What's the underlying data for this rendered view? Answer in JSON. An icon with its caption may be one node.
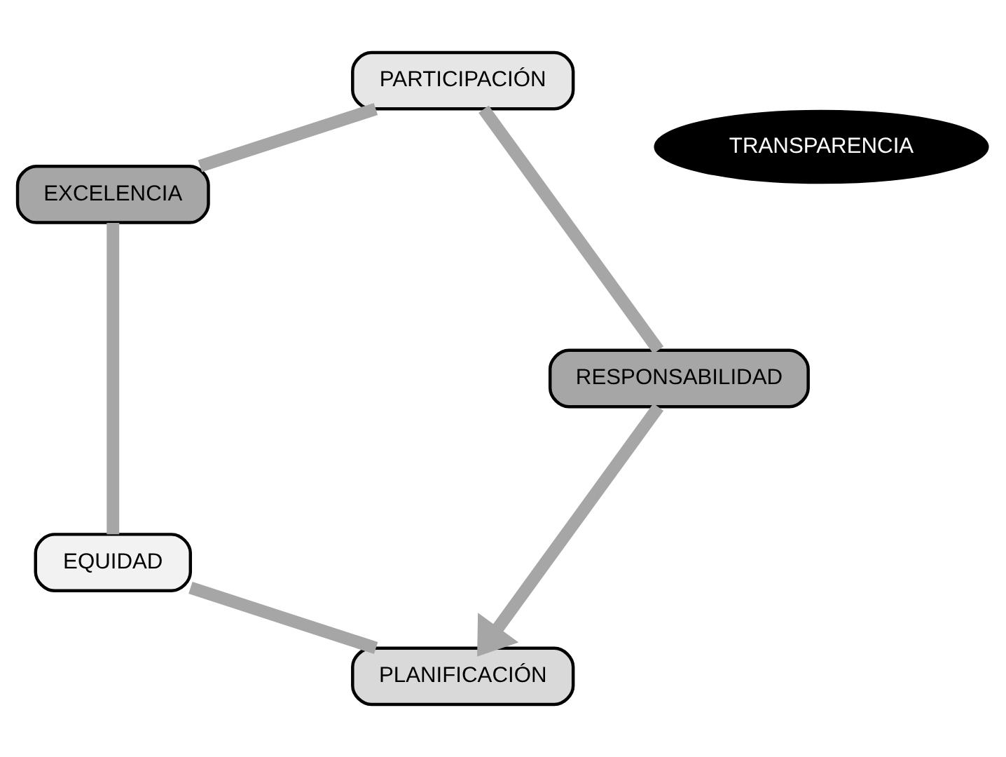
{
  "diagram": {
    "nodes": [
      {
        "text": [
          "PLANIFICACIÓN"
        ]
      },
      {
        "text": [
          "RESPONSABILIDAD"
        ]
      },
      {
        "text": [
          "TRANSPARENCIA"
        ]
      },
      {
        "text": [
          "EQUIDAD"
        ]
      },
      {
        "text": [
          "PARTICIPACIÓN"
        ]
      },
      {
        "text": [
          "EXCELENCIA"
        ]
      }
    ],
    "edges": [
      {
        "from": 0,
        "to": 3,
        "arrow": "none"
      },
      {
        "from": 3,
        "to": 5,
        "arrow": "none"
      },
      {
        "from": 5,
        "to": 4,
        "arrow": "none"
      },
      {
        "from": 4,
        "to": 1,
        "arrow": "none"
      },
      {
        "from": 1,
        "to": 0,
        "arrow": "to"
      }
    ]
  }
}
